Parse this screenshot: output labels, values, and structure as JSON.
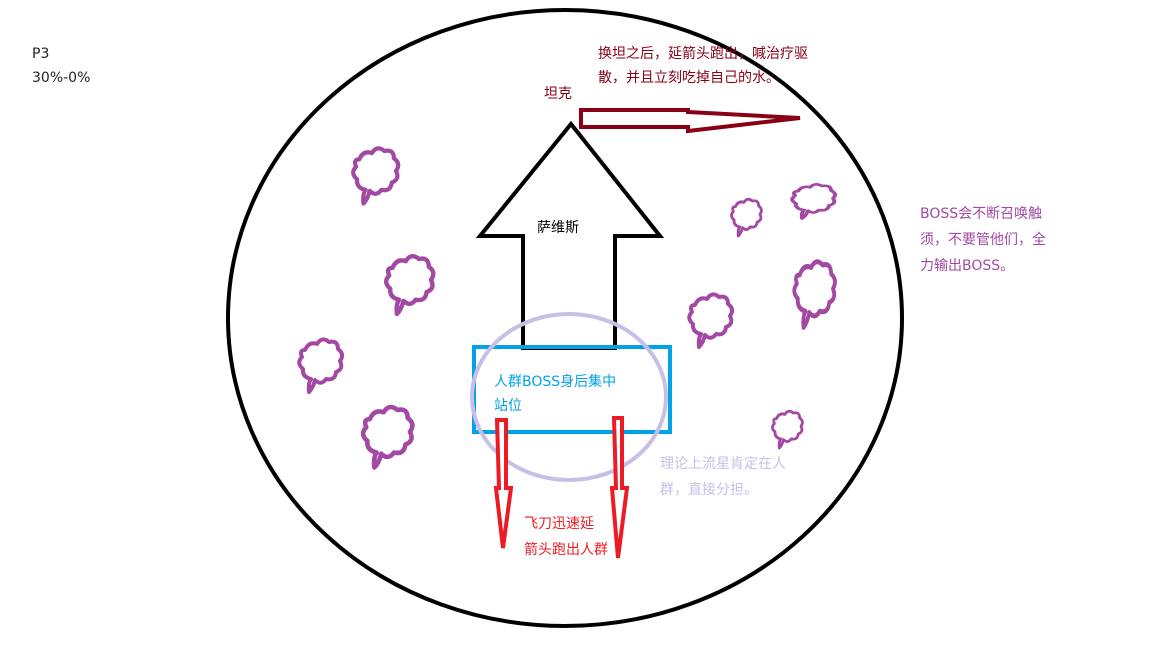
{
  "phase": {
    "label": "P3",
    "range": "30%-0%"
  },
  "tank": {
    "label": "坦克",
    "note_line1": "换坦之后，延箭头跑出，喊治疗驱",
    "note_line2": "散，并且立刻吃掉自己的水。"
  },
  "boss_name": "萨维斯",
  "stack_box": {
    "line1": "人群BOSS身后集中",
    "line2": "站位"
  },
  "adds_note": {
    "line1": "BOSS会不断召唤触",
    "line2": "须，不要管他们，全",
    "line3": "力输出BOSS。"
  },
  "meteor_note": {
    "line1": "理论上流星肯定在人",
    "line2": "群，直接分担。"
  },
  "knife_note": {
    "line1": "飞刀迅速延",
    "line2": "箭头跑出人群"
  },
  "colors": {
    "arena": "#000000",
    "tank_arrow": "#880015",
    "tentacle": "#a349a4",
    "stack_box": "#00a2e8",
    "meteor_circle": "#c8bfe7",
    "knife_arrow": "#ed1c24",
    "text_default": "#222222"
  },
  "icons": {
    "tentacle": "tentacle-blob-icon"
  }
}
